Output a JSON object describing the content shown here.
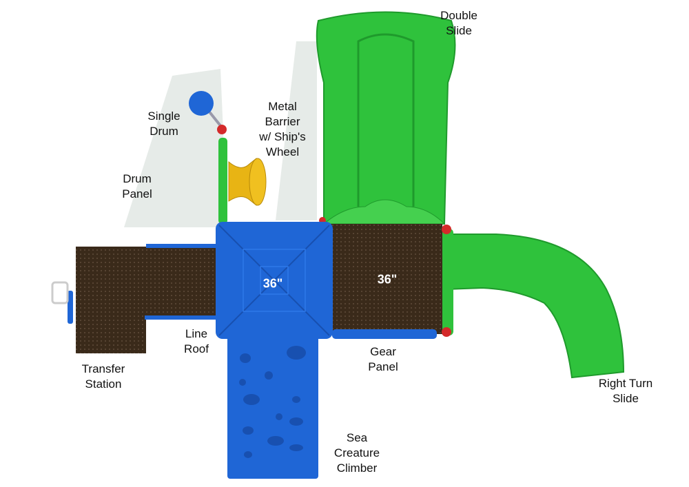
{
  "colors": {
    "green": "#2fc23c",
    "blue": "#1f66d6",
    "deck": "#3a2a1a",
    "yellow": "#e8b414",
    "red": "#d42a2a"
  },
  "labels": {
    "double_slide": [
      "Double",
      "Slide"
    ],
    "metal_barrier": [
      "Metal",
      "Barrier",
      "w/ Ship's",
      "Wheel"
    ],
    "single_drum": [
      "Single",
      "Drum"
    ],
    "drum_panel": [
      "Drum",
      "Panel"
    ],
    "line_roof": [
      "Line",
      "Roof"
    ],
    "transfer_station": [
      "Transfer",
      "Station"
    ],
    "gear_panel": [
      "Gear",
      "Panel"
    ],
    "sea_creature_climber": [
      "Sea",
      "Creature",
      "Climber"
    ],
    "right_turn_slide": [
      "Right Turn",
      "Slide"
    ]
  },
  "deck_heights": {
    "roof_deck": "36\"",
    "right_deck": "36\""
  }
}
